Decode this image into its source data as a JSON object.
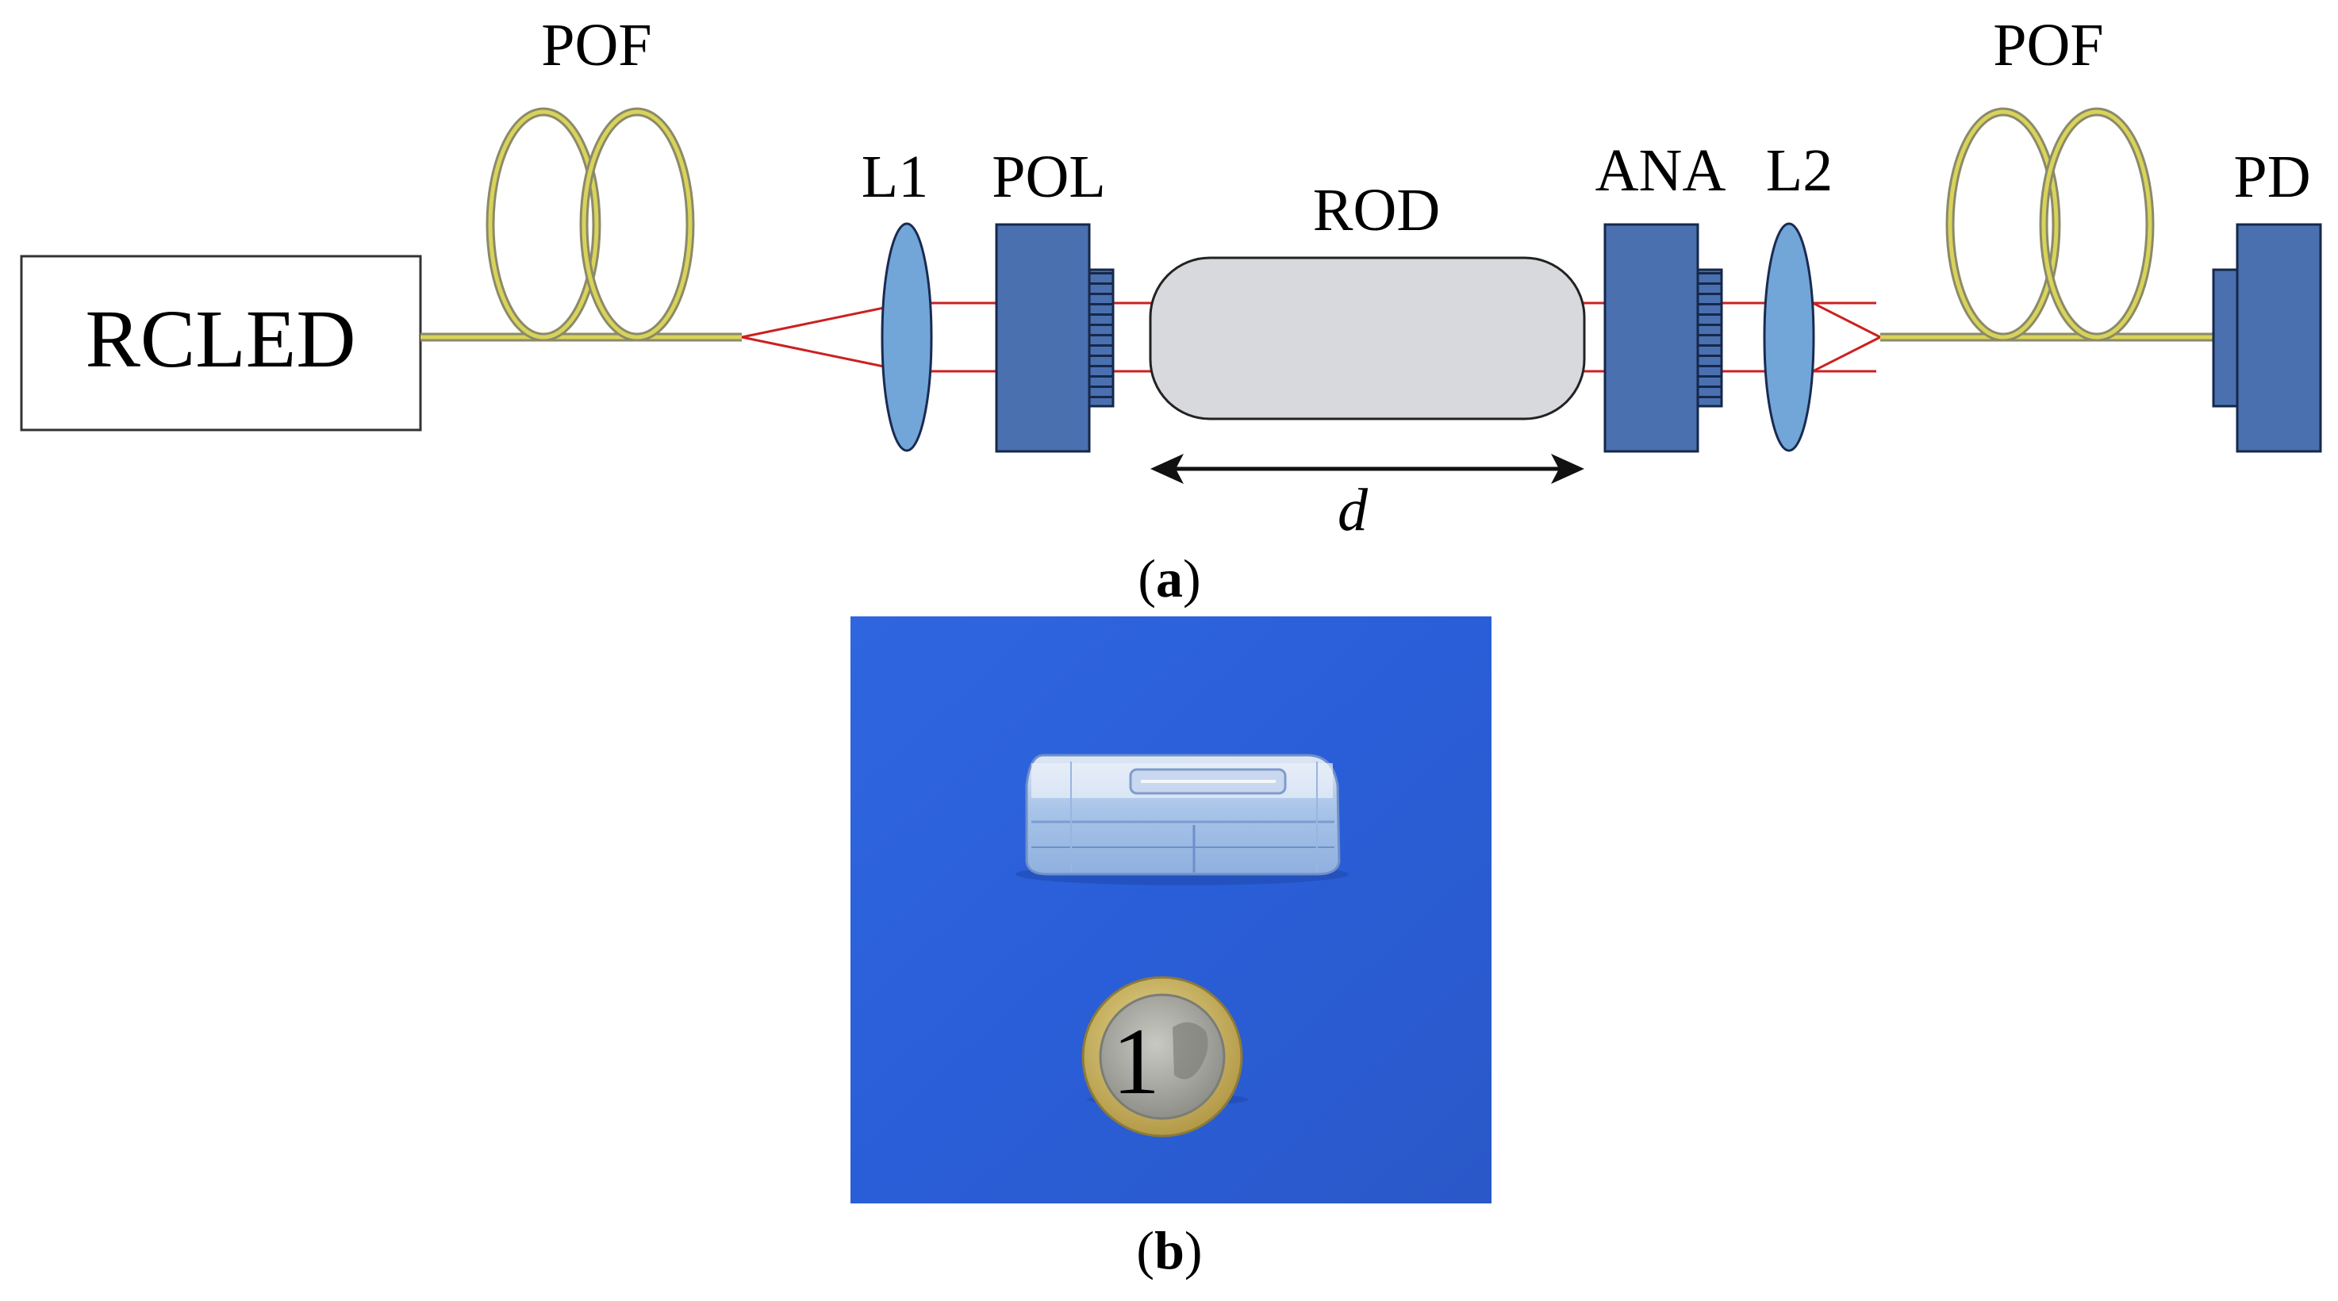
{
  "labels": {
    "source": "RCLED",
    "fiber_left": "POF",
    "fiber_right": "POF",
    "lens1": "L1",
    "polarizer": "POL",
    "rod": "ROD",
    "analyzer": "ANA",
    "lens2": "L2",
    "detector": "PD",
    "distance": "d"
  },
  "captions": {
    "a_open": "(",
    "a_letter": "a",
    "a_close": ")",
    "b_open": "(",
    "b_letter": "b",
    "b_close": ")"
  },
  "coin": {
    "denomination": "1"
  },
  "colors": {
    "fiber_yellow": "#d9d35a",
    "fiber_core": "#8a8a6a",
    "beam_red": "#cc2020",
    "lens_fill": "#72a6d8",
    "holder_fill": "#4a70b0",
    "holder_dark": "#16284a",
    "rod_fill": "#d8d9dd",
    "photo_blue": "#2a5ed8"
  }
}
